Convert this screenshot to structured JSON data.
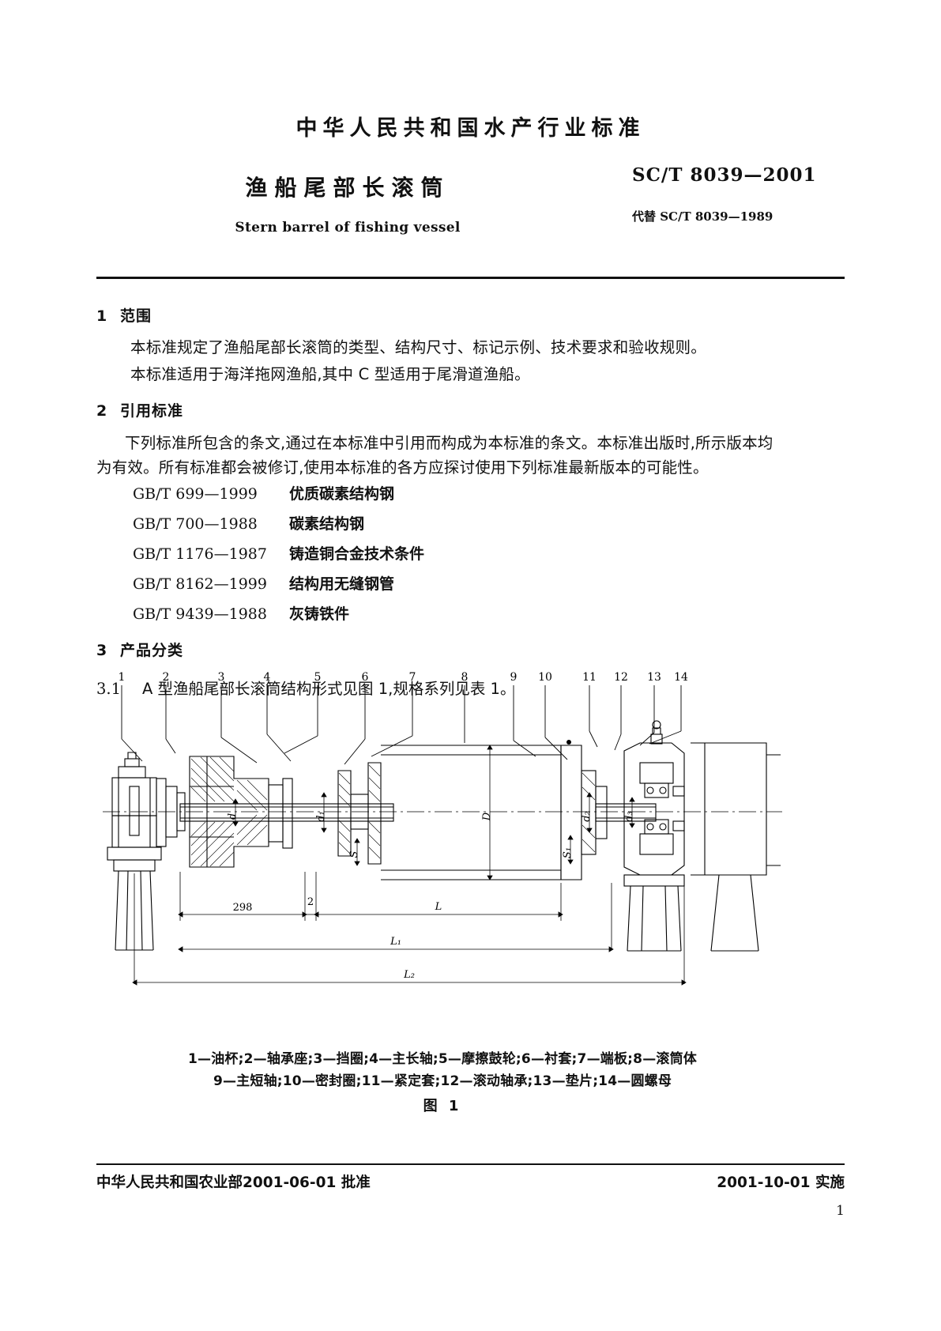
{
  "header": {
    "national": "中华人民共和国水产行业标准",
    "title_cn": "渔船尾部长滚筒",
    "title_en": "Stern barrel of fishing vessel",
    "std_code": "SC/T  8039—2001",
    "replaces": "代替 SC/T 8039—1989"
  },
  "sections": [
    {
      "num": "1",
      "title": "范围"
    },
    {
      "num": "2",
      "title": "引用标准"
    },
    {
      "num": "3",
      "title": "产品分类"
    }
  ],
  "scope": {
    "p1": "本标准规定了渔船尾部长滚筒的类型、结构尺寸、标记示例、技术要求和验收规则。",
    "p2": "本标准适用于海洋拖网渔船,其中 C 型适用于尾滑道渔船。"
  },
  "refs": {
    "intro_l1": "下列标准所包含的条文,通过在本标准中引用而构成为本标准的条文。本标准出版时,所示版本均",
    "intro_l2": "为有效。所有标准都会被修订,使用本标准的各方应探讨使用下列标准最新版本的可能性。",
    "list": [
      {
        "code": "GB/T 699—1999",
        "name": "优质碳素结构钢"
      },
      {
        "code": "GB/T 700—1988",
        "name": "碳素结构钢"
      },
      {
        "code": "GB/T 1176—1987",
        "name": "铸造铜合金技术条件"
      },
      {
        "code": "GB/T 8162—1999",
        "name": "结构用无缝钢管"
      },
      {
        "code": "GB/T 9439—1988",
        "name": "灰铸铁件"
      }
    ]
  },
  "clause31": {
    "num": "3.1",
    "text": "A 型渔船尾部长滚筒结构形式见图 1,规格系列见表 1。"
  },
  "figure": {
    "callout_numbers": [
      "1",
      "2",
      "3",
      "4",
      "5",
      "6",
      "7",
      "8",
      "9",
      "10",
      "11",
      "12",
      "13",
      "14"
    ],
    "dimension_labels": [
      "298",
      "2",
      "L",
      "L₁",
      "L₂",
      "D",
      "S",
      "S₁",
      "d",
      "d₁",
      "d₂",
      "d₃"
    ],
    "caption_line1": "1—油杯;2—轴承座;3—挡圈;4—主长轴;5—摩擦鼓轮;6—衬套;7—端板;8—滚筒体",
    "caption_line2": "9—主短轴;10—密封圈;11—紧定套;12—滚动轴承;13—垫片;14—圆螺母",
    "fig_number": "图 1",
    "parts": [
      {
        "no": "1",
        "name": "油杯"
      },
      {
        "no": "2",
        "name": "轴承座"
      },
      {
        "no": "3",
        "name": "挡圈"
      },
      {
        "no": "4",
        "name": "主长轴"
      },
      {
        "no": "5",
        "name": "摩擦鼓轮"
      },
      {
        "no": "6",
        "name": "衬套"
      },
      {
        "no": "7",
        "name": "端板"
      },
      {
        "no": "8",
        "name": "滚筒体"
      },
      {
        "no": "9",
        "name": "主短轴"
      },
      {
        "no": "10",
        "name": "密封圈"
      },
      {
        "no": "11",
        "name": "紧定套"
      },
      {
        "no": "12",
        "name": "滚动轴承"
      },
      {
        "no": "13",
        "name": "垫片"
      },
      {
        "no": "14",
        "name": "圆螺母"
      }
    ]
  },
  "footer": {
    "left": "中华人民共和国农业部2001-06-01 批准",
    "right": "2001-10-01 实施",
    "page": "1"
  }
}
